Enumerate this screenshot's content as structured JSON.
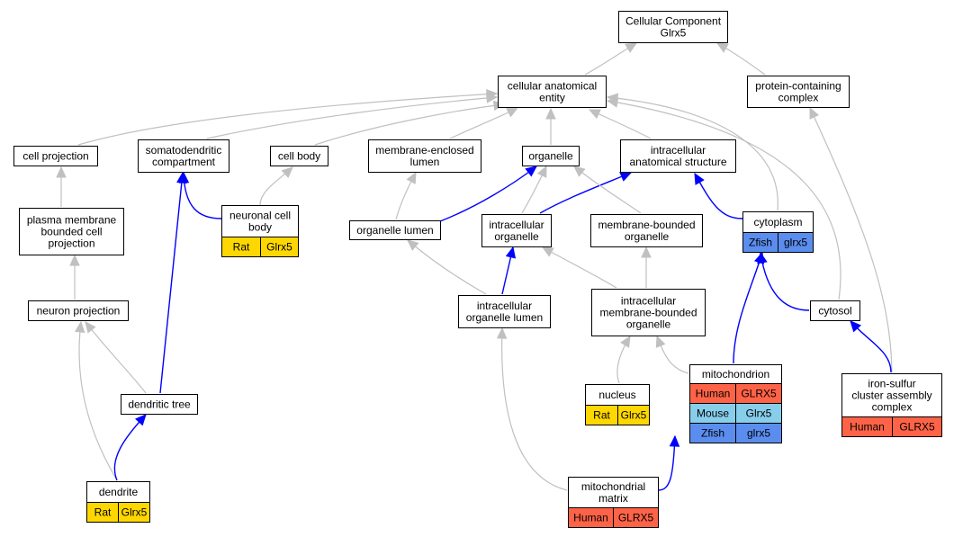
{
  "graph": {
    "nodes": [
      {
        "id": "root",
        "lines": [
          "Cellular Component",
          "Glrx5"
        ]
      },
      {
        "id": "cae",
        "lines": [
          "cellular anatomical",
          "entity"
        ]
      },
      {
        "id": "pcc",
        "lines": [
          "protein-containing",
          "complex"
        ]
      },
      {
        "id": "cellproj",
        "lines": [
          "cell projection"
        ]
      },
      {
        "id": "somato",
        "lines": [
          "somatodendritic",
          "compartment"
        ]
      },
      {
        "id": "cellbody",
        "lines": [
          "cell body"
        ]
      },
      {
        "id": "memlumen",
        "lines": [
          "membrane-enclosed",
          "lumen"
        ]
      },
      {
        "id": "organelle",
        "lines": [
          "organelle"
        ]
      },
      {
        "id": "ias",
        "lines": [
          "intracellular",
          "anatomical structure"
        ]
      },
      {
        "id": "pmbcp",
        "lines": [
          "plasma membrane",
          "bounded cell",
          "projection"
        ]
      },
      {
        "id": "ncb",
        "lines": [
          "neuronal cell",
          "body"
        ],
        "annotations": [
          {
            "species": "Rat",
            "gene": "Glrx5",
            "color": "#ffd700"
          }
        ]
      },
      {
        "id": "orglumen",
        "lines": [
          "organelle lumen"
        ]
      },
      {
        "id": "intorg",
        "lines": [
          "intracellular",
          "organelle"
        ]
      },
      {
        "id": "mbo",
        "lines": [
          "membrane-bounded",
          "organelle"
        ]
      },
      {
        "id": "cytoplasm",
        "lines": [
          "cytoplasm"
        ],
        "annotations": [
          {
            "species": "Zfish",
            "gene": "glrx5",
            "color": "#5b8def"
          }
        ]
      },
      {
        "id": "neuproj",
        "lines": [
          "neuron projection"
        ]
      },
      {
        "id": "iol",
        "lines": [
          "intracellular",
          "organelle lumen"
        ]
      },
      {
        "id": "imbo",
        "lines": [
          "intracellular",
          "membrane-bounded",
          "organelle"
        ]
      },
      {
        "id": "cytosol",
        "lines": [
          "cytosol"
        ]
      },
      {
        "id": "dtree",
        "lines": [
          "dendritic tree"
        ]
      },
      {
        "id": "nucleus",
        "lines": [
          "nucleus"
        ],
        "annotations": [
          {
            "species": "Rat",
            "gene": "Glrx5",
            "color": "#ffd700"
          }
        ]
      },
      {
        "id": "mito",
        "lines": [
          "mitochondrion"
        ],
        "annotations": [
          {
            "species": "Human",
            "gene": "GLRX5",
            "color": "#ff6347"
          },
          {
            "species": "Mouse",
            "gene": "Glrx5",
            "color": "#87ceeb"
          },
          {
            "species": "Zfish",
            "gene": "glrx5",
            "color": "#5b8def"
          }
        ]
      },
      {
        "id": "iscac",
        "lines": [
          "iron-sulfur",
          "cluster assembly",
          "complex"
        ],
        "annotations": [
          {
            "species": "Human",
            "gene": "GLRX5",
            "color": "#ff6347"
          }
        ]
      },
      {
        "id": "dendrite",
        "lines": [
          "dendrite"
        ],
        "annotations": [
          {
            "species": "Rat",
            "gene": "Glrx5",
            "color": "#ffd700"
          }
        ]
      },
      {
        "id": "mmatrix",
        "lines": [
          "mitochondrial",
          "matrix"
        ],
        "annotations": [
          {
            "species": "Human",
            "gene": "GLRX5",
            "color": "#ff6347"
          }
        ]
      }
    ],
    "edges": [
      {
        "from": "cae",
        "to": "root",
        "kind": "is_a"
      },
      {
        "from": "pcc",
        "to": "root",
        "kind": "is_a"
      },
      {
        "from": "cellproj",
        "to": "cae",
        "kind": "is_a"
      },
      {
        "from": "somato",
        "to": "cae",
        "kind": "is_a"
      },
      {
        "from": "cellbody",
        "to": "cae",
        "kind": "is_a"
      },
      {
        "from": "memlumen",
        "to": "cae",
        "kind": "is_a"
      },
      {
        "from": "organelle",
        "to": "cae",
        "kind": "is_a"
      },
      {
        "from": "ias",
        "to": "cae",
        "kind": "is_a"
      },
      {
        "from": "cytoplasm",
        "to": "cae",
        "kind": "is_a"
      },
      {
        "from": "cytosol",
        "to": "cae",
        "kind": "is_a"
      },
      {
        "from": "pmbcp",
        "to": "cellproj",
        "kind": "is_a"
      },
      {
        "from": "ncb",
        "to": "somato",
        "kind": "part_of"
      },
      {
        "from": "ncb",
        "to": "cellbody",
        "kind": "is_a"
      },
      {
        "from": "orglumen",
        "to": "memlumen",
        "kind": "is_a"
      },
      {
        "from": "orglumen",
        "to": "organelle",
        "kind": "part_of"
      },
      {
        "from": "intorg",
        "to": "organelle",
        "kind": "is_a"
      },
      {
        "from": "intorg",
        "to": "ias",
        "kind": "part_of"
      },
      {
        "from": "mbo",
        "to": "organelle",
        "kind": "is_a"
      },
      {
        "from": "cytoplasm",
        "to": "ias",
        "kind": "part_of"
      },
      {
        "from": "neuproj",
        "to": "pmbcp",
        "kind": "is_a"
      },
      {
        "from": "iol",
        "to": "orglumen",
        "kind": "is_a"
      },
      {
        "from": "iol",
        "to": "intorg",
        "kind": "part_of"
      },
      {
        "from": "imbo",
        "to": "intorg",
        "kind": "is_a"
      },
      {
        "from": "imbo",
        "to": "mbo",
        "kind": "is_a"
      },
      {
        "from": "cytosol",
        "to": "cytoplasm",
        "kind": "part_of"
      },
      {
        "from": "dtree",
        "to": "neuproj",
        "kind": "is_a"
      },
      {
        "from": "dtree",
        "to": "somato",
        "kind": "part_of"
      },
      {
        "from": "nucleus",
        "to": "imbo",
        "kind": "is_a"
      },
      {
        "from": "mito",
        "to": "imbo",
        "kind": "is_a"
      },
      {
        "from": "mito",
        "to": "cytoplasm",
        "kind": "part_of"
      },
      {
        "from": "iscac",
        "to": "pcc",
        "kind": "is_a"
      },
      {
        "from": "iscac",
        "to": "cytosol",
        "kind": "part_of"
      },
      {
        "from": "dendrite",
        "to": "neuproj",
        "kind": "is_a"
      },
      {
        "from": "dendrite",
        "to": "dtree",
        "kind": "part_of"
      },
      {
        "from": "mmatrix",
        "to": "iol",
        "kind": "is_a"
      },
      {
        "from": "mmatrix",
        "to": "mito",
        "kind": "part_of"
      }
    ]
  },
  "colors": {
    "is_a": "#c0c0c0",
    "part_of": "#0000ff",
    "node_border": "#000000",
    "node_fill": "#ffffff"
  }
}
